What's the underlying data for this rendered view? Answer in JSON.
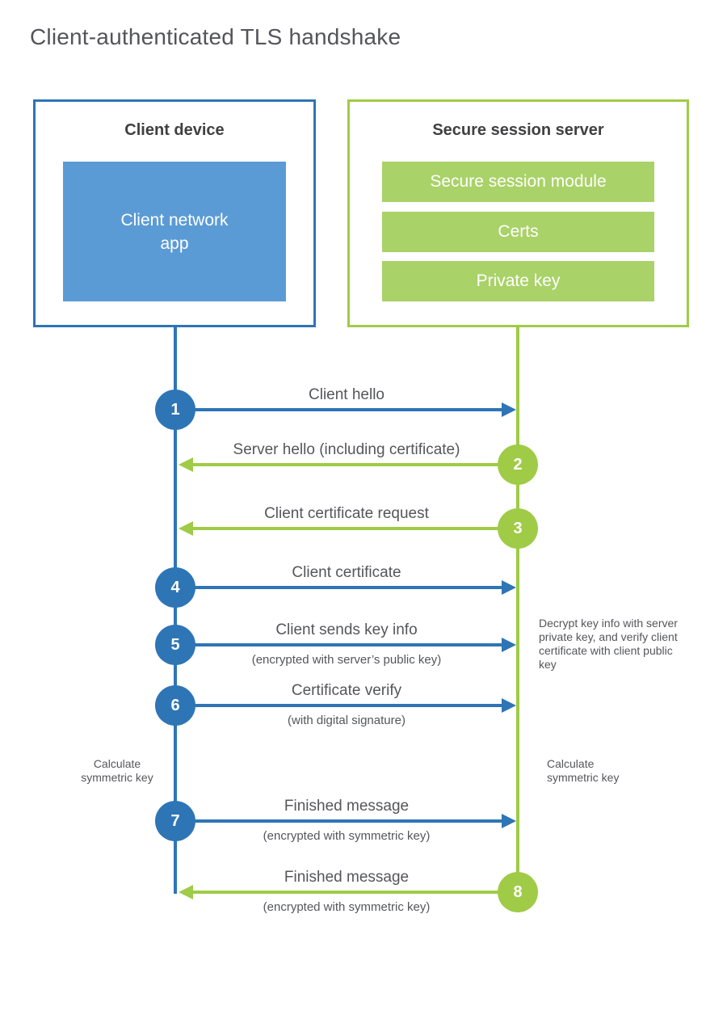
{
  "page": {
    "title": "Client-authenticated TLS handshake"
  },
  "client_box": {
    "title": "Client device",
    "app_label": "Client network app"
  },
  "server_box": {
    "title": "Secure session server",
    "modules": [
      "Secure session module",
      "Certs",
      "Private key"
    ]
  },
  "messages": [
    {
      "num": "1",
      "from": "client",
      "direction": "right",
      "label": "Client hello",
      "sub": ""
    },
    {
      "num": "2",
      "from": "server",
      "direction": "left",
      "label": "Server hello (including certificate)",
      "sub": ""
    },
    {
      "num": "3",
      "from": "server",
      "direction": "left",
      "label": "Client certificate request",
      "sub": ""
    },
    {
      "num": "4",
      "from": "client",
      "direction": "right",
      "label": "Client certificate",
      "sub": ""
    },
    {
      "num": "5",
      "from": "client",
      "direction": "right",
      "label": "Client sends key info",
      "sub": "(encrypted with server’s public key)"
    },
    {
      "num": "6",
      "from": "client",
      "direction": "right",
      "label": "Certificate verify",
      "sub": "(with digital signature)"
    },
    {
      "num": "7",
      "from": "client",
      "direction": "right",
      "label": "Finished message",
      "sub": "(encrypted with symmetric key)"
    },
    {
      "num": "8",
      "from": "server",
      "direction": "left",
      "label": "Finished message",
      "sub": "(encrypted with symmetric key)"
    }
  ],
  "annotations": {
    "server_note": "Decrypt key info with server private key, and verify client certificate with client public key",
    "client_calc": "Calculate symmetric key",
    "server_calc": "Calculate symmetric key"
  },
  "colors": {
    "blue": "#2e75b6",
    "blue_fill": "#5b9bd5",
    "green": "#a0cb47",
    "green_fill": "#a9d268",
    "text": "#55565a",
    "heading": "#404042",
    "title": "#54555a"
  }
}
